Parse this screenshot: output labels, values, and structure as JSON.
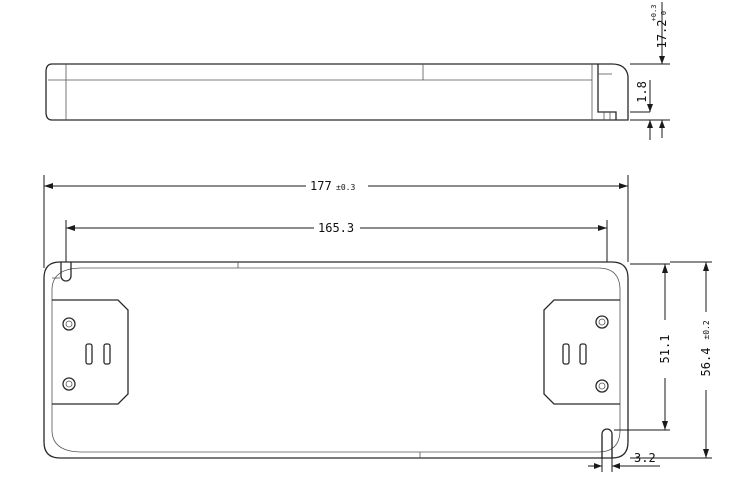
{
  "dimensions": {
    "height": "17.2",
    "height_tol_upper": "+0.3",
    "height_tol_lower": "0",
    "flange": "1.8",
    "overall_length": "177",
    "overall_length_tol": "±0.3",
    "mount_spacing": "165.3",
    "mount_spacing_v": "51.1",
    "overall_width": "56.4",
    "overall_width_tol": "±0.2",
    "slot_width": "3.2"
  },
  "colors": {
    "line": "#2a2a2a",
    "background": "#ffffff"
  }
}
